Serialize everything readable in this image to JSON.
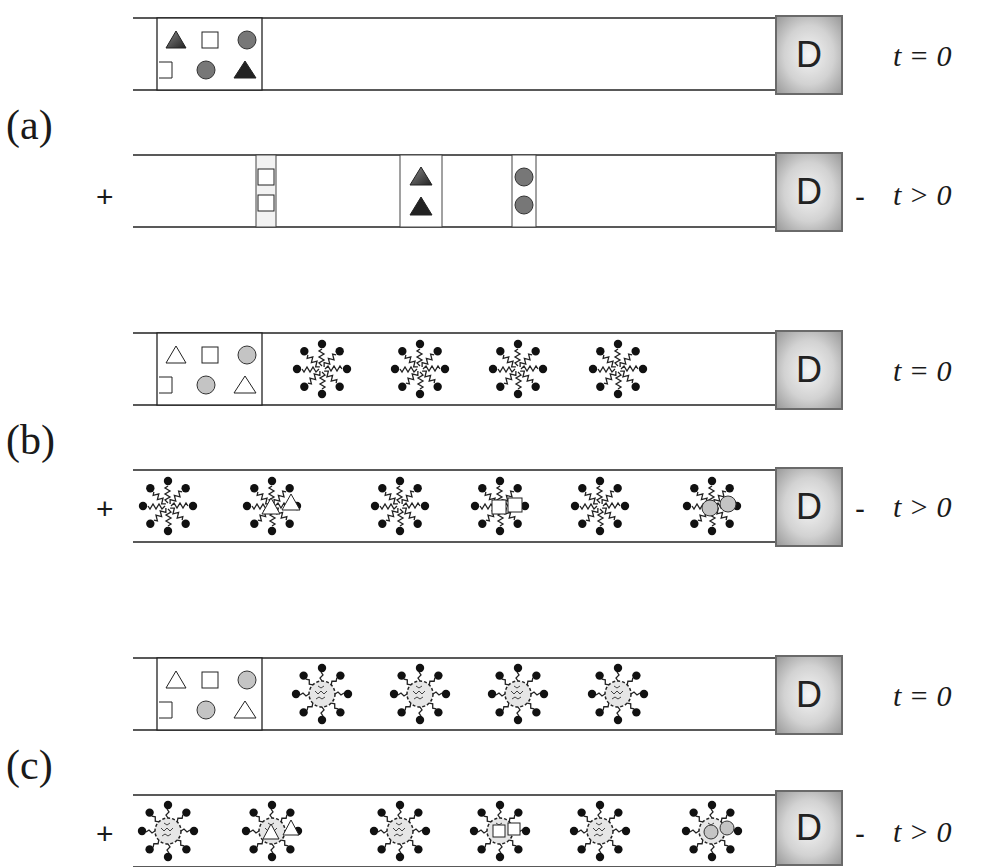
{
  "diagram": {
    "nodes": [
      {
        "text": [
          "D"
        ]
      },
      {
        "text": [
          "D"
        ]
      },
      {
        "text": [
          "D"
        ]
      },
      {
        "text": [
          "D"
        ]
      },
      {
        "text": [
          "D"
        ]
      },
      {
        "text": [
          "D"
        ]
      }
    ],
    "labels": [
      "t = 0",
      "(a)",
      "+",
      "-",
      "t > 0",
      "t = 0",
      "(b)",
      "+",
      "-",
      "t > 0",
      "t = 0",
      "(c)",
      "+",
      "-",
      "t > 0"
    ]
  }
}
